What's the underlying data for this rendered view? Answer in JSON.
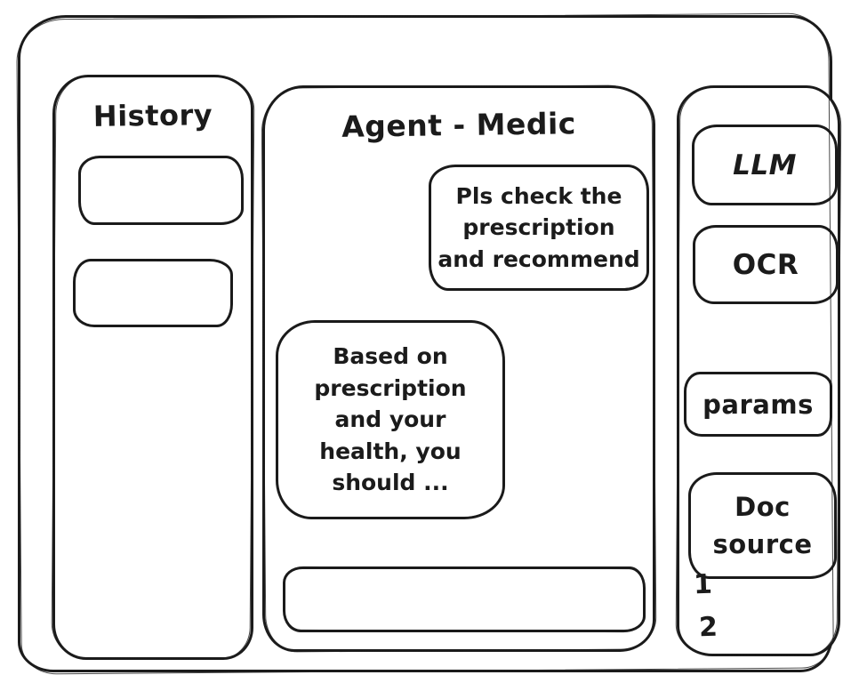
{
  "colors": {
    "ink": "#1b1b1b",
    "background": "#ffffff"
  },
  "history_panel": {
    "title": "History",
    "items": [
      {
        "label": ""
      },
      {
        "label": ""
      }
    ]
  },
  "chat_panel": {
    "title": "Agent - Medic",
    "messages": [
      {
        "role": "user",
        "text": "Pls check the\nprescription\nand recommend"
      },
      {
        "role": "assistant",
        "text": "Based on\nprescription\nand your\nhealth, you\nshould ..."
      }
    ],
    "input": {
      "value": ""
    }
  },
  "tools_panel": {
    "tools": [
      {
        "id": "llm",
        "label": "LLM"
      },
      {
        "id": "ocr",
        "label": "OCR"
      },
      {
        "id": "params",
        "label": "params"
      },
      {
        "id": "doc-source",
        "label": "Doc\nsource"
      }
    ],
    "doc_source_items": [
      "1",
      "2"
    ]
  }
}
